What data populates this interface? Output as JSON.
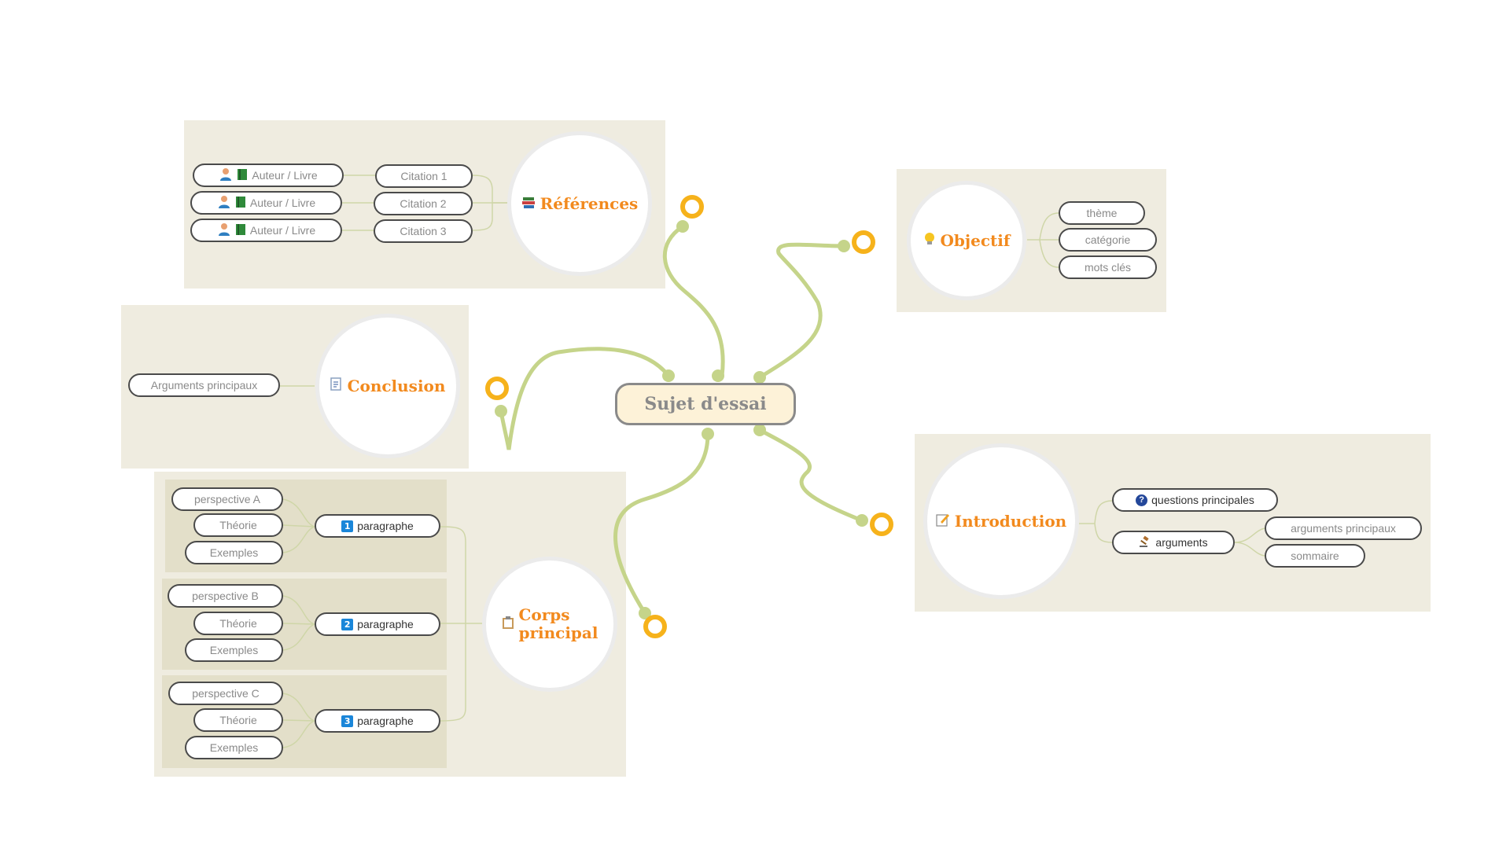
{
  "center": {
    "label": "Sujet d'essai"
  },
  "references": {
    "title": "Références",
    "citations": [
      "Citation 1",
      "Citation 2",
      "Citation 3"
    ],
    "authors": [
      "Auteur / Livre",
      "Auteur / Livre",
      "Auteur / Livre"
    ]
  },
  "objectif": {
    "title": "Objectif",
    "items": [
      "thème",
      "catégorie",
      "mots clés"
    ]
  },
  "conclusion": {
    "title": "Conclusion",
    "items": [
      "Arguments principaux"
    ]
  },
  "introduction": {
    "title": "Introduction",
    "questions": "questions principales",
    "arguments": "arguments",
    "sub": [
      "arguments principaux",
      "sommaire"
    ]
  },
  "corps": {
    "title_line1": "Corps",
    "title_line2": "principal",
    "paragraphs": [
      {
        "num": "1",
        "label": "paragraphe",
        "items": [
          "perspective A",
          "Théorie",
          "Exemples"
        ]
      },
      {
        "num": "2",
        "label": "paragraphe",
        "items": [
          "perspective B",
          "Théorie",
          "Exemples"
        ]
      },
      {
        "num": "3",
        "label": "paragraphe",
        "items": [
          "perspective C",
          "Théorie",
          "Exemples"
        ]
      }
    ]
  },
  "colors": {
    "branch": "#c5d48a",
    "ring": "#f6b21b",
    "panel": "#efece0",
    "accent": "#f28a1e"
  }
}
